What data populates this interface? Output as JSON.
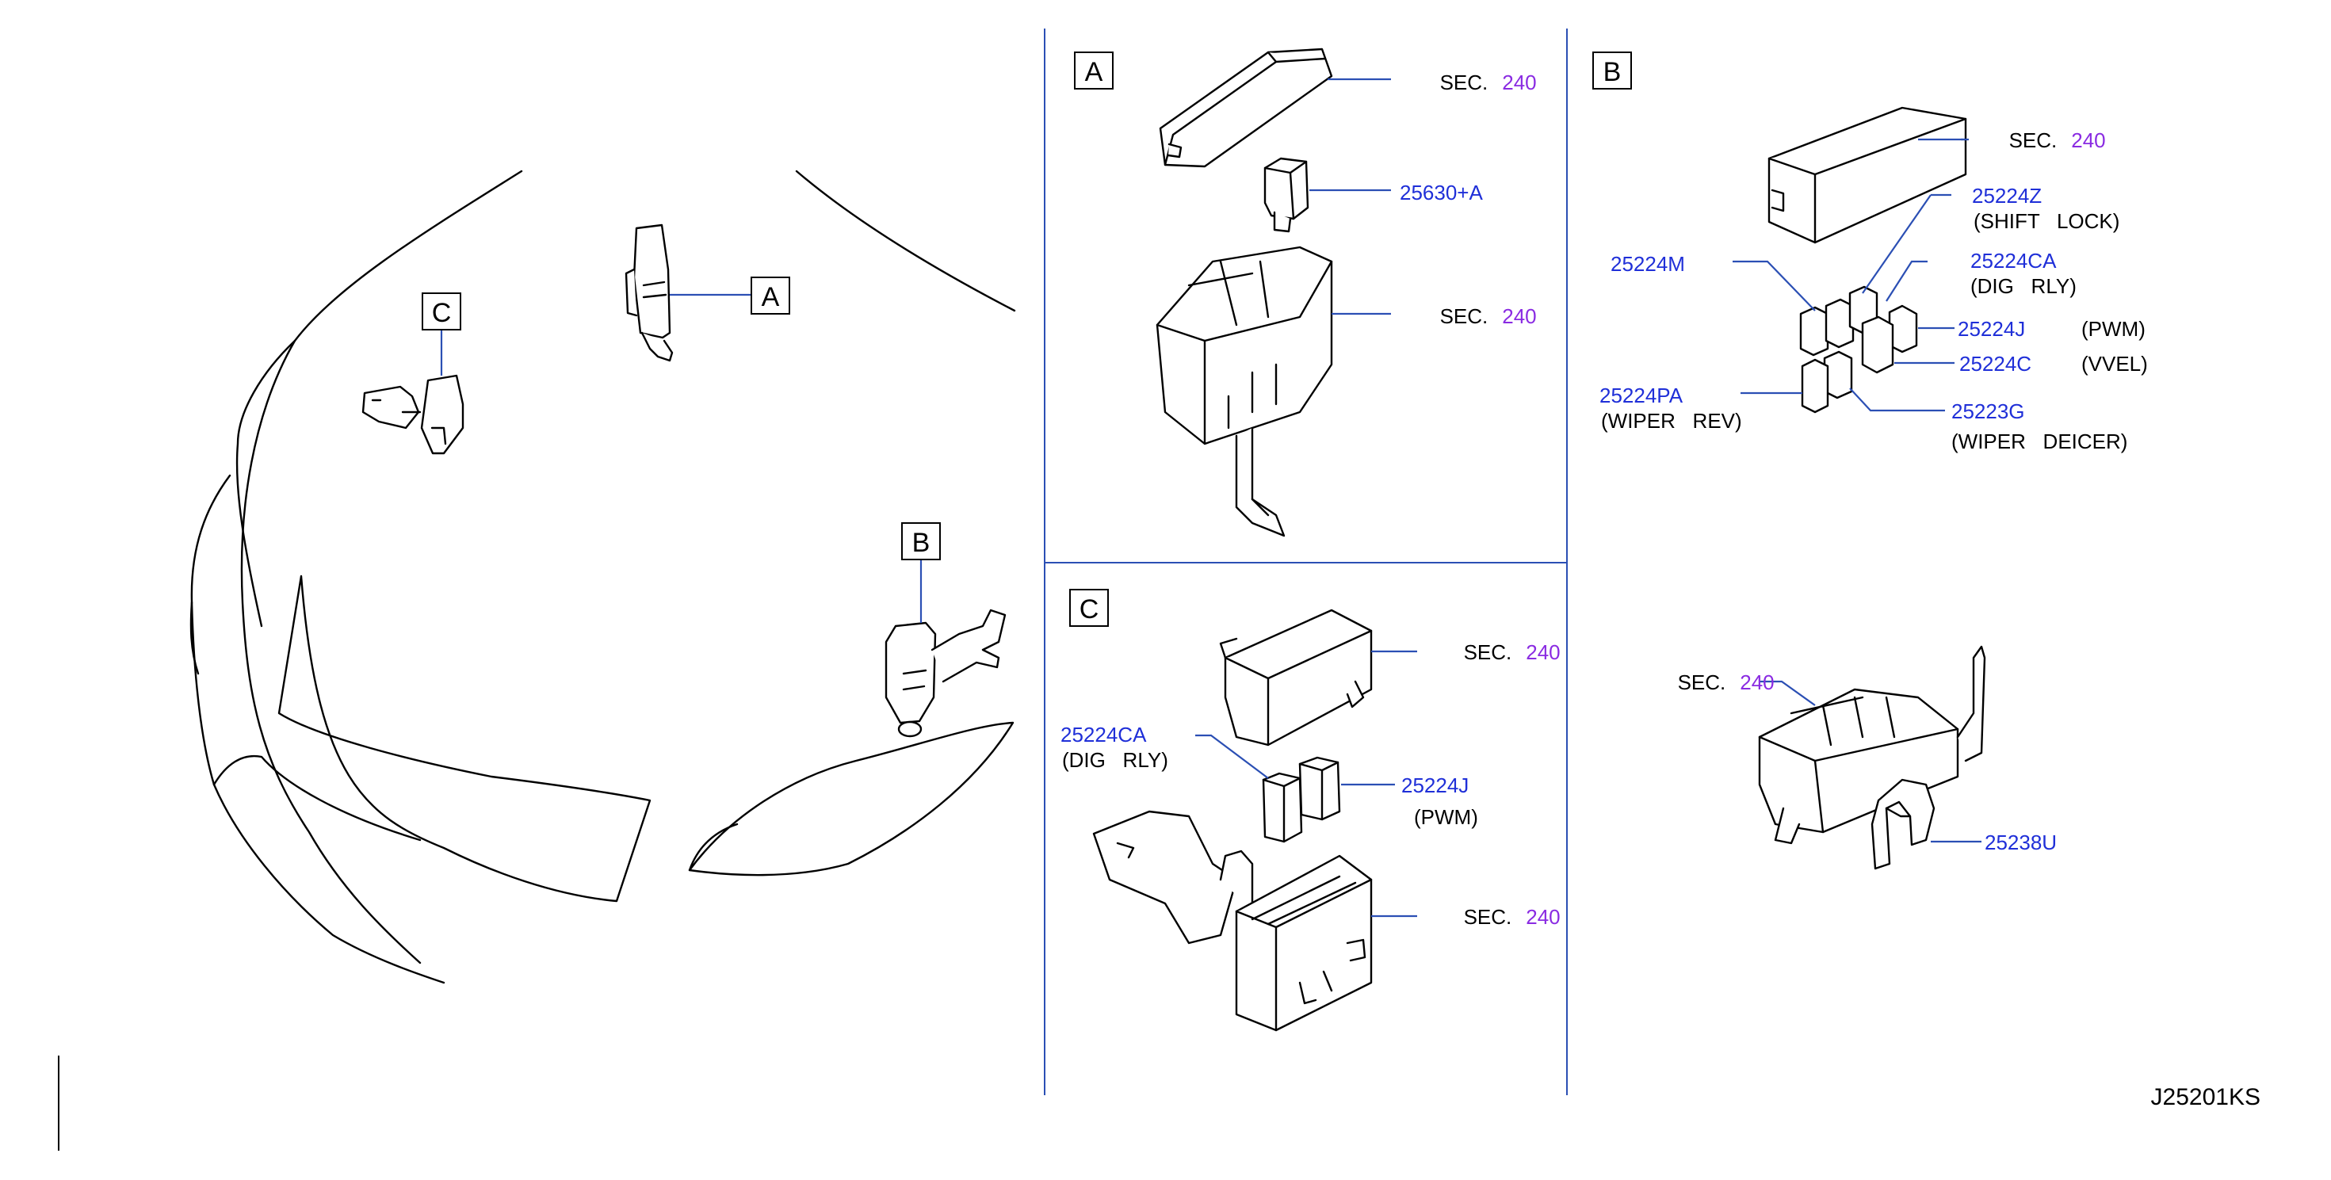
{
  "diagram": {
    "drawing_code": "J25201KS",
    "colors": {
      "ink": "#000000",
      "part_number": "#1f2fd8",
      "section_number": "#8a2be2",
      "leader_line": "#2b4fb4"
    },
    "overview": {
      "callouts": [
        "A",
        "B",
        "C"
      ]
    },
    "panel_a": {
      "tag": "A",
      "items": [
        {
          "prefix": "SEC.",
          "link": "240"
        },
        {
          "part": "25630+A"
        },
        {
          "prefix": "SEC.",
          "link": "240"
        }
      ]
    },
    "panel_b": {
      "tag": "B",
      "items": [
        {
          "prefix": "SEC.",
          "link": "240"
        },
        {
          "part": "25224Z",
          "desc": "(SHIFT   LOCK)"
        },
        {
          "part": "25224CA",
          "desc": "(DIG   RLY)"
        },
        {
          "part": "25224M"
        },
        {
          "part": "25224J",
          "desc": "(PWM)"
        },
        {
          "part": "25224C",
          "desc": "(VVEL)"
        },
        {
          "part": "25224PA",
          "desc": "(WIPER   REV)"
        },
        {
          "part": "25223G",
          "desc": "(WIPER   DEICER)"
        },
        {
          "prefix": "SEC.",
          "link": "240"
        },
        {
          "part": "25238U"
        }
      ]
    },
    "panel_c": {
      "tag": "C",
      "items": [
        {
          "prefix": "SEC.",
          "link": "240"
        },
        {
          "part": "25224CA",
          "desc": "(DIG   RLY)"
        },
        {
          "part": "25224J",
          "desc": "(PWM)"
        },
        {
          "prefix": "SEC.",
          "link": "240"
        }
      ]
    }
  }
}
